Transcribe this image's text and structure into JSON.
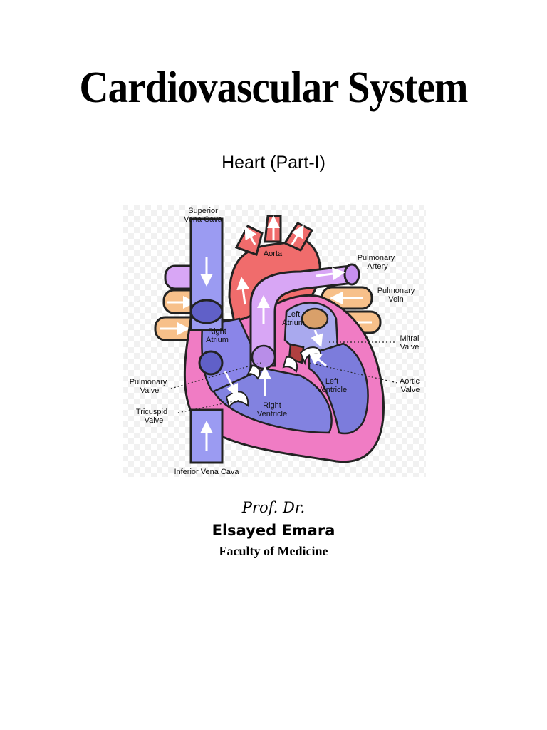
{
  "document": {
    "title": "Cardiovascular System",
    "subtitle": "Heart (Part-I)"
  },
  "figure": {
    "labels": {
      "superior_vena_cava": [
        "Superior",
        "Vena Cava"
      ],
      "aorta": "Aorta",
      "pulmonary_artery": [
        "Pulmonary",
        "Artery"
      ],
      "pulmonary_vein": [
        "Pulmonary",
        "Vein"
      ],
      "left_atrium": [
        "Left",
        "Atrium"
      ],
      "right_atrium": [
        "Right",
        "Atrium"
      ],
      "mitral_valve": [
        "Mitral",
        "Valve"
      ],
      "aortic_valve": [
        "Aortic",
        "Valve"
      ],
      "pulmonary_valve": [
        "Pulmonary",
        "Valve"
      ],
      "left_ventricle": [
        "Left",
        "Ventricle"
      ],
      "tricuspid_valve": [
        "Tricuspid",
        "Valve"
      ],
      "right_ventricle": [
        "Right",
        "Ventricle"
      ],
      "inferior_vena_cava": "Inferior Vena Cava"
    },
    "colors": {
      "outer_wall": "#f07cc4",
      "right_chambers": "#8a85e8",
      "left_chambers": "#8282e0",
      "vena_cava": "#9b9bf2",
      "aorta": "#f06c6c",
      "pulmonary_artery": "#d8a6f5",
      "pulmonary_vein": "#f7c08a",
      "valve_dark": "#b04040"
    }
  },
  "author": {
    "prefix": "Prof. Dr.",
    "name": "Elsayed Emara",
    "affiliation": "Faculty of Medicine"
  }
}
